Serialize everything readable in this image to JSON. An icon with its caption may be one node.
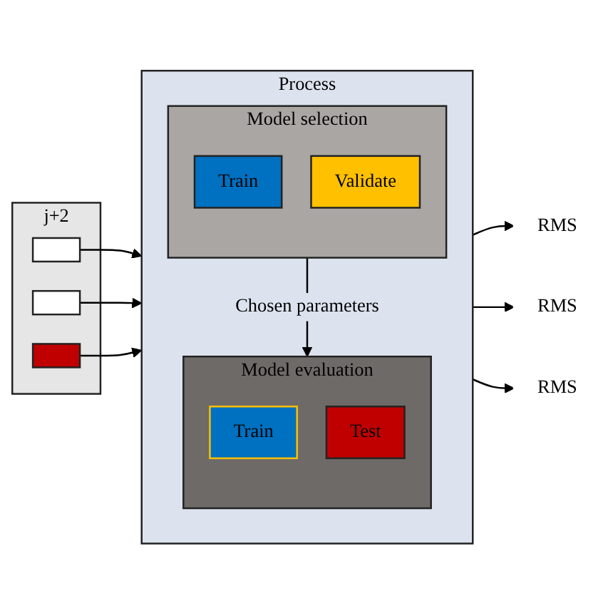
{
  "diagram": {
    "nodes": [
      {
        "text": [
          "j+2"
        ]
      },
      {
        "text": [],
        "shape": "box",
        "in": 0
      },
      {
        "text": [],
        "shape": "box",
        "in": 0
      },
      {
        "text": [],
        "shape": "box",
        "in": 0
      },
      {
        "text": [
          "Process"
        ]
      },
      {
        "text": [
          "Model selection"
        ],
        "in": 4
      },
      {
        "text": [
          "Train"
        ],
        "in": 5
      },
      {
        "text": [
          "Validate"
        ],
        "in": 5
      },
      {
        "text": [
          "Model evaluation"
        ],
        "in": 4
      },
      {
        "text": [
          "Train"
        ],
        "in": 8
      },
      {
        "text": [
          "Test"
        ],
        "in": 8
      },
      {
        "text": [
          "RMS"
        ]
      },
      {
        "text": [
          "RMS"
        ]
      },
      {
        "text": [
          "RMS"
        ]
      }
    ],
    "edges": [
      {
        "from": 1,
        "to": 4,
        "arrow": "to"
      },
      {
        "from": 2,
        "to": 4,
        "arrow": "to"
      },
      {
        "from": 3,
        "to": 4,
        "arrow": "to"
      },
      {
        "from": 5,
        "to": 8,
        "label": "Chosen parameters",
        "arrow": "to"
      },
      {
        "from": 4,
        "to": 11,
        "arrow": "to"
      },
      {
        "from": 4,
        "to": 12,
        "arrow": "to"
      },
      {
        "from": 4,
        "to": 13,
        "arrow": "to"
      }
    ]
  }
}
